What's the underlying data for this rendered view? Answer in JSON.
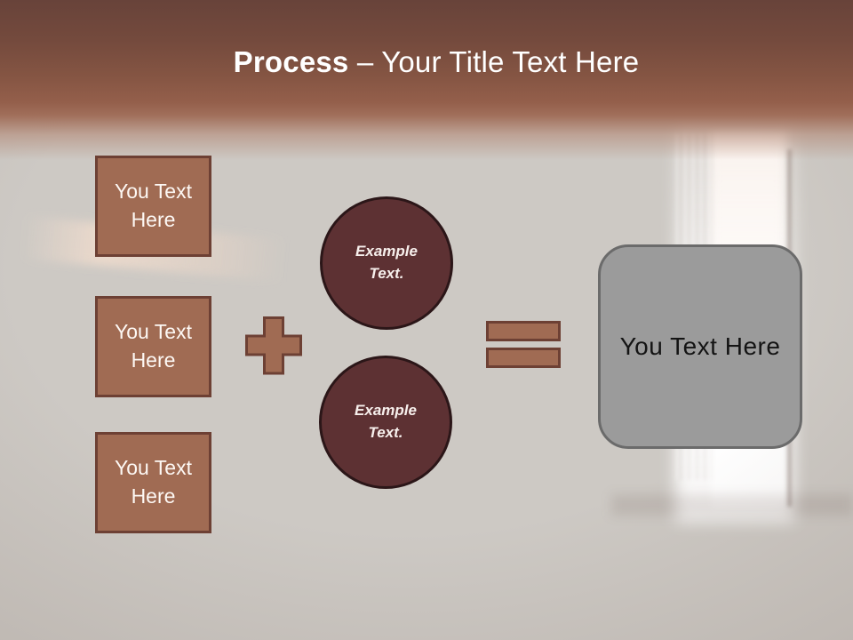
{
  "title": {
    "keyword": "Process",
    "separator": " – ",
    "rest": "Your Title Text Here"
  },
  "input_boxes": [
    {
      "label": "You Text Here"
    },
    {
      "label": "You Text Here"
    },
    {
      "label": "You Text Here"
    }
  ],
  "operators": {
    "plus_icon": "plus",
    "equals_icon": "equals"
  },
  "example_circles": [
    {
      "label": "Example Text."
    },
    {
      "label": "Example Text."
    }
  ],
  "result_box": {
    "label": "You Text Here"
  },
  "colors": {
    "header_brown_dark": "#68433a",
    "header_brown_light": "#9a6450",
    "shape_brown_fill": "#a06b53",
    "shape_brown_border": "#6d4034",
    "circle_maroon_fill": "#5d3133",
    "circle_maroon_border": "#2b1618",
    "result_gray_fill": "#9b9b9b",
    "result_gray_border": "#6b6b6b",
    "background_gray": "#cdc9c4",
    "title_text": "#ffffff",
    "result_text": "#141414"
  }
}
